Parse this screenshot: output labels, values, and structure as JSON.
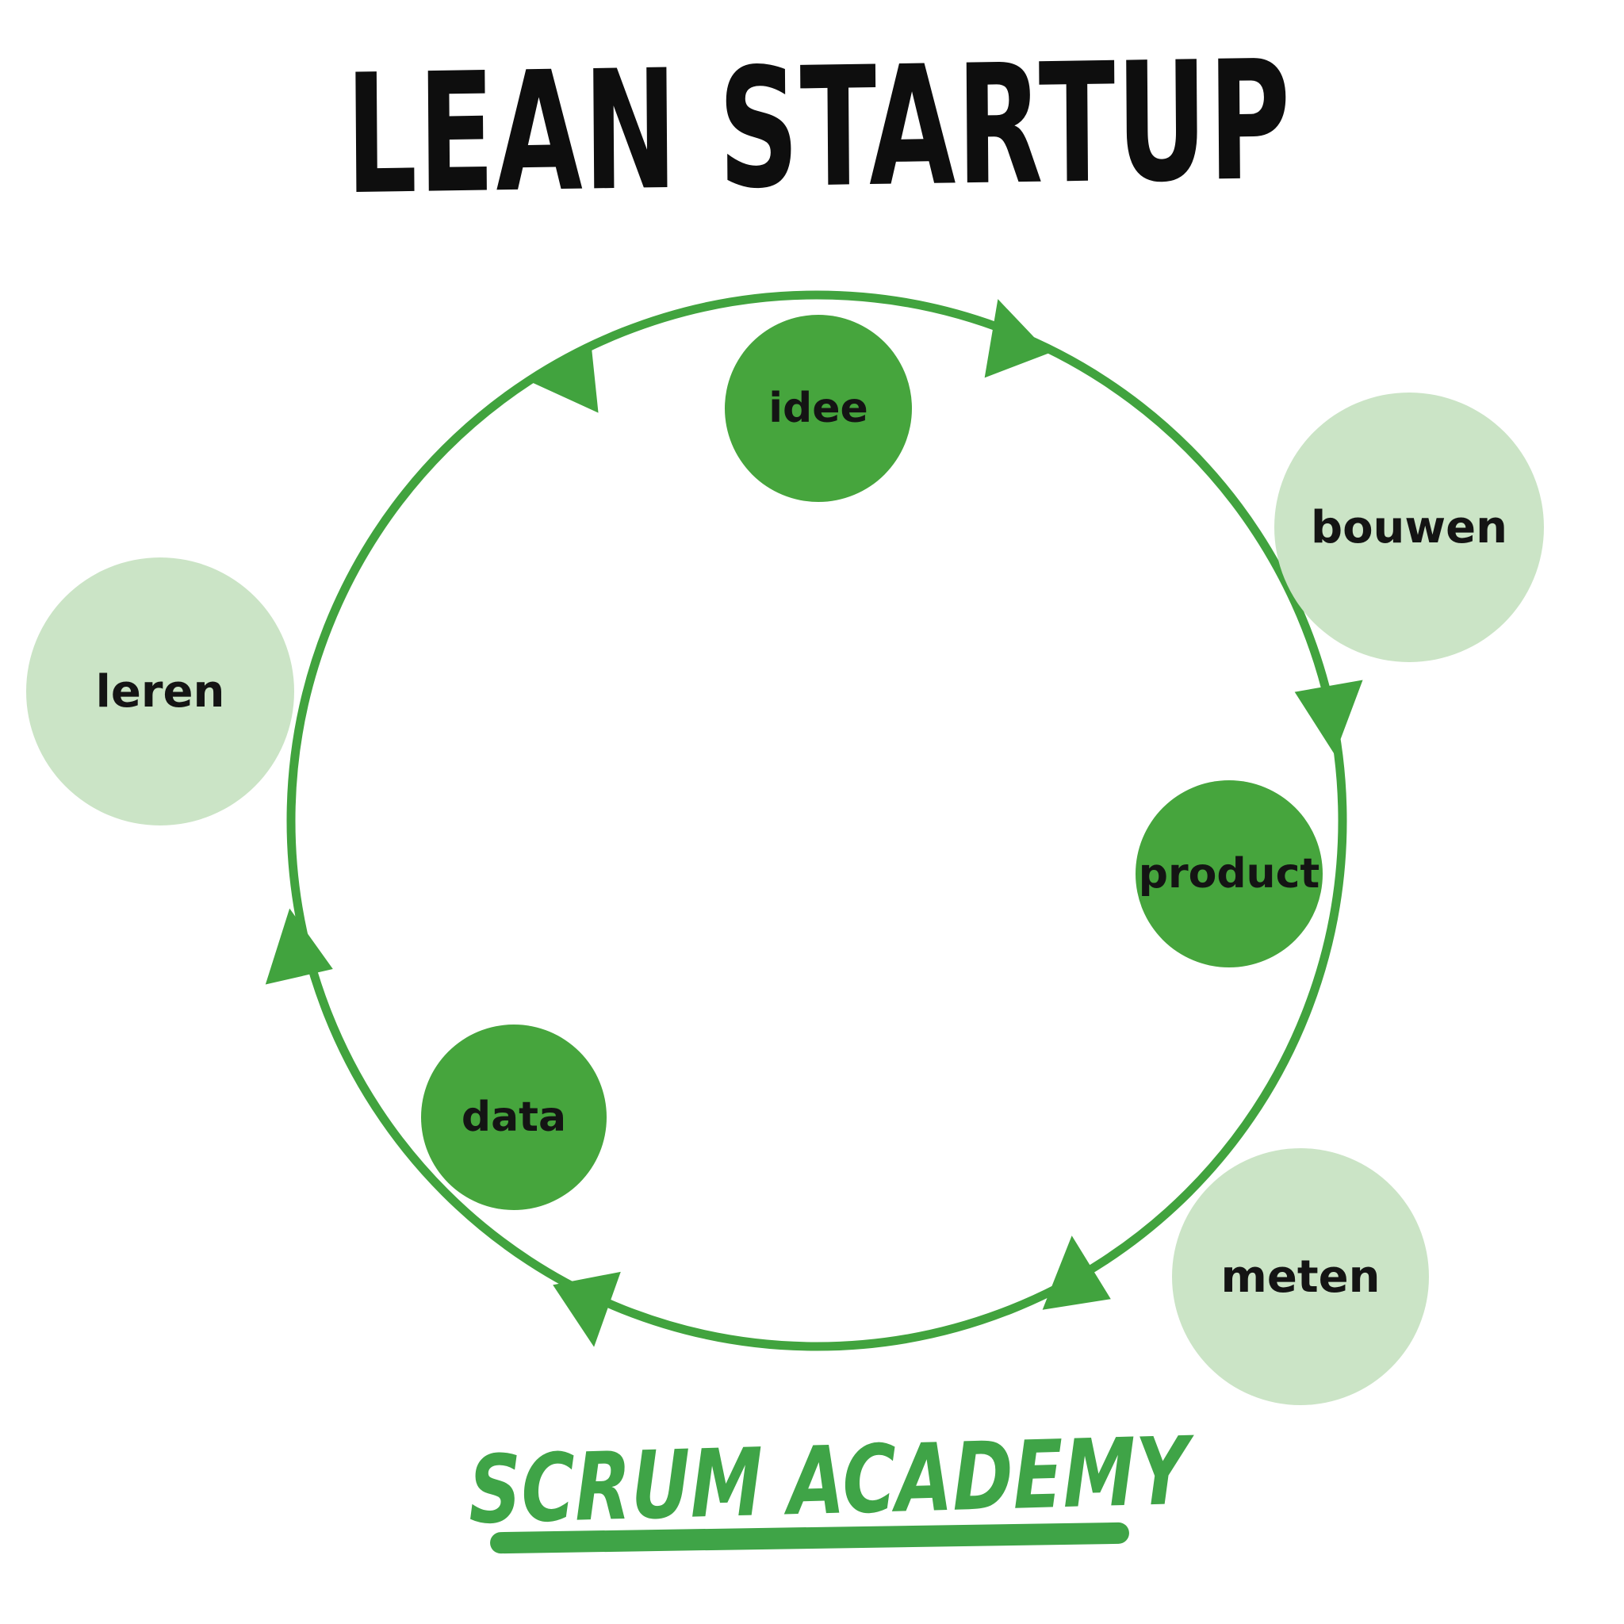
{
  "title": "LEAN STARTUP",
  "brand": {
    "name": "SCRUM ACADEMY"
  },
  "colors": {
    "dark_green": "#46a53d",
    "light_green": "#cbe4c6",
    "arc_green": "#41a33e",
    "brand_green": "#3fa447",
    "title_black": "#0e0e0e",
    "label_black": "#141414"
  },
  "cycle": {
    "nodes": [
      {
        "id": "idee",
        "label": "idee",
        "emphasis": "dark"
      },
      {
        "id": "bouwen",
        "label": "bouwen",
        "emphasis": "light"
      },
      {
        "id": "product",
        "label": "product",
        "emphasis": "dark"
      },
      {
        "id": "meten",
        "label": "meten",
        "emphasis": "light"
      },
      {
        "id": "data",
        "label": "data",
        "emphasis": "dark"
      },
      {
        "id": "leren",
        "label": "leren",
        "emphasis": "light"
      }
    ],
    "flow_order": [
      "idee",
      "bouwen",
      "product",
      "meten",
      "data",
      "leren"
    ],
    "arrowhead_count": 6
  }
}
